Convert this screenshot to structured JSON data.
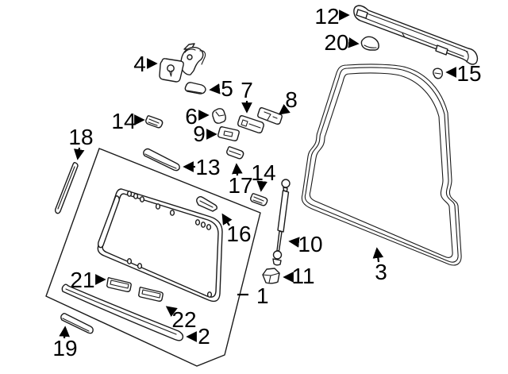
{
  "diagram": {
    "kind": "exploded-parts-line-drawing",
    "background_color": "#ffffff",
    "line_color": "#1a1a1a",
    "glass_fill_color": "#e9e9e9",
    "callouts": {
      "c12": {
        "label": "12"
      },
      "c20": {
        "label": "20"
      },
      "c15": {
        "label": "15"
      },
      "c4": {
        "label": "4"
      },
      "c5": {
        "label": "5"
      },
      "c7": {
        "label": "7"
      },
      "c8": {
        "label": "8"
      },
      "c6": {
        "label": "6"
      },
      "c14a": {
        "label": "14"
      },
      "c9": {
        "label": "9"
      },
      "c13": {
        "label": "13"
      },
      "c17": {
        "label": "17"
      },
      "c14b": {
        "label": "14"
      },
      "c18": {
        "label": "18"
      },
      "c16": {
        "label": "16"
      },
      "c10": {
        "label": "10"
      },
      "c11": {
        "label": "11"
      },
      "c3": {
        "label": "3"
      },
      "c21": {
        "label": "21"
      },
      "c1": {
        "label": "1"
      },
      "c22": {
        "label": "22"
      },
      "c2": {
        "label": "2"
      },
      "c19": {
        "label": "19"
      }
    }
  }
}
